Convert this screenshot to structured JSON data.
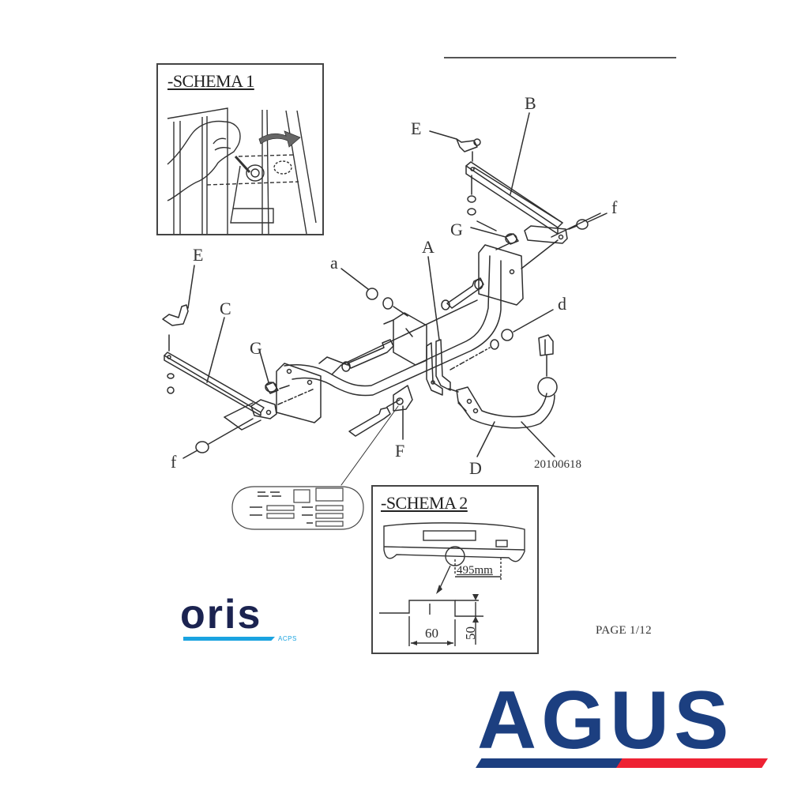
{
  "document": {
    "page_indicator": "PAGE 1/12",
    "drawing_code": "20100618"
  },
  "schema1": {
    "title": "-SCHEMA 1"
  },
  "schema2": {
    "title": "-SCHEMA 2",
    "distance_label": "495mm",
    "width_dim": "60",
    "height_dim": "50"
  },
  "part_labels": {
    "A": "A",
    "B": "B",
    "C": "C",
    "D": "D",
    "E_top": "E",
    "E_left": "E",
    "F": "F",
    "G_top": "G",
    "G_left": "G",
    "a": "a",
    "d": "d",
    "f_top": "f",
    "f_left": "f"
  },
  "brands": {
    "oris": {
      "name": "oris",
      "sub": "ACPS",
      "text_color": "#1b2350",
      "stripe_color": "#1aa3e0"
    },
    "agus": {
      "name": "AGUS",
      "text_color": "#1c3f80",
      "stripe_blue": "#1c3f80",
      "stripe_red": "#ee2233"
    }
  }
}
